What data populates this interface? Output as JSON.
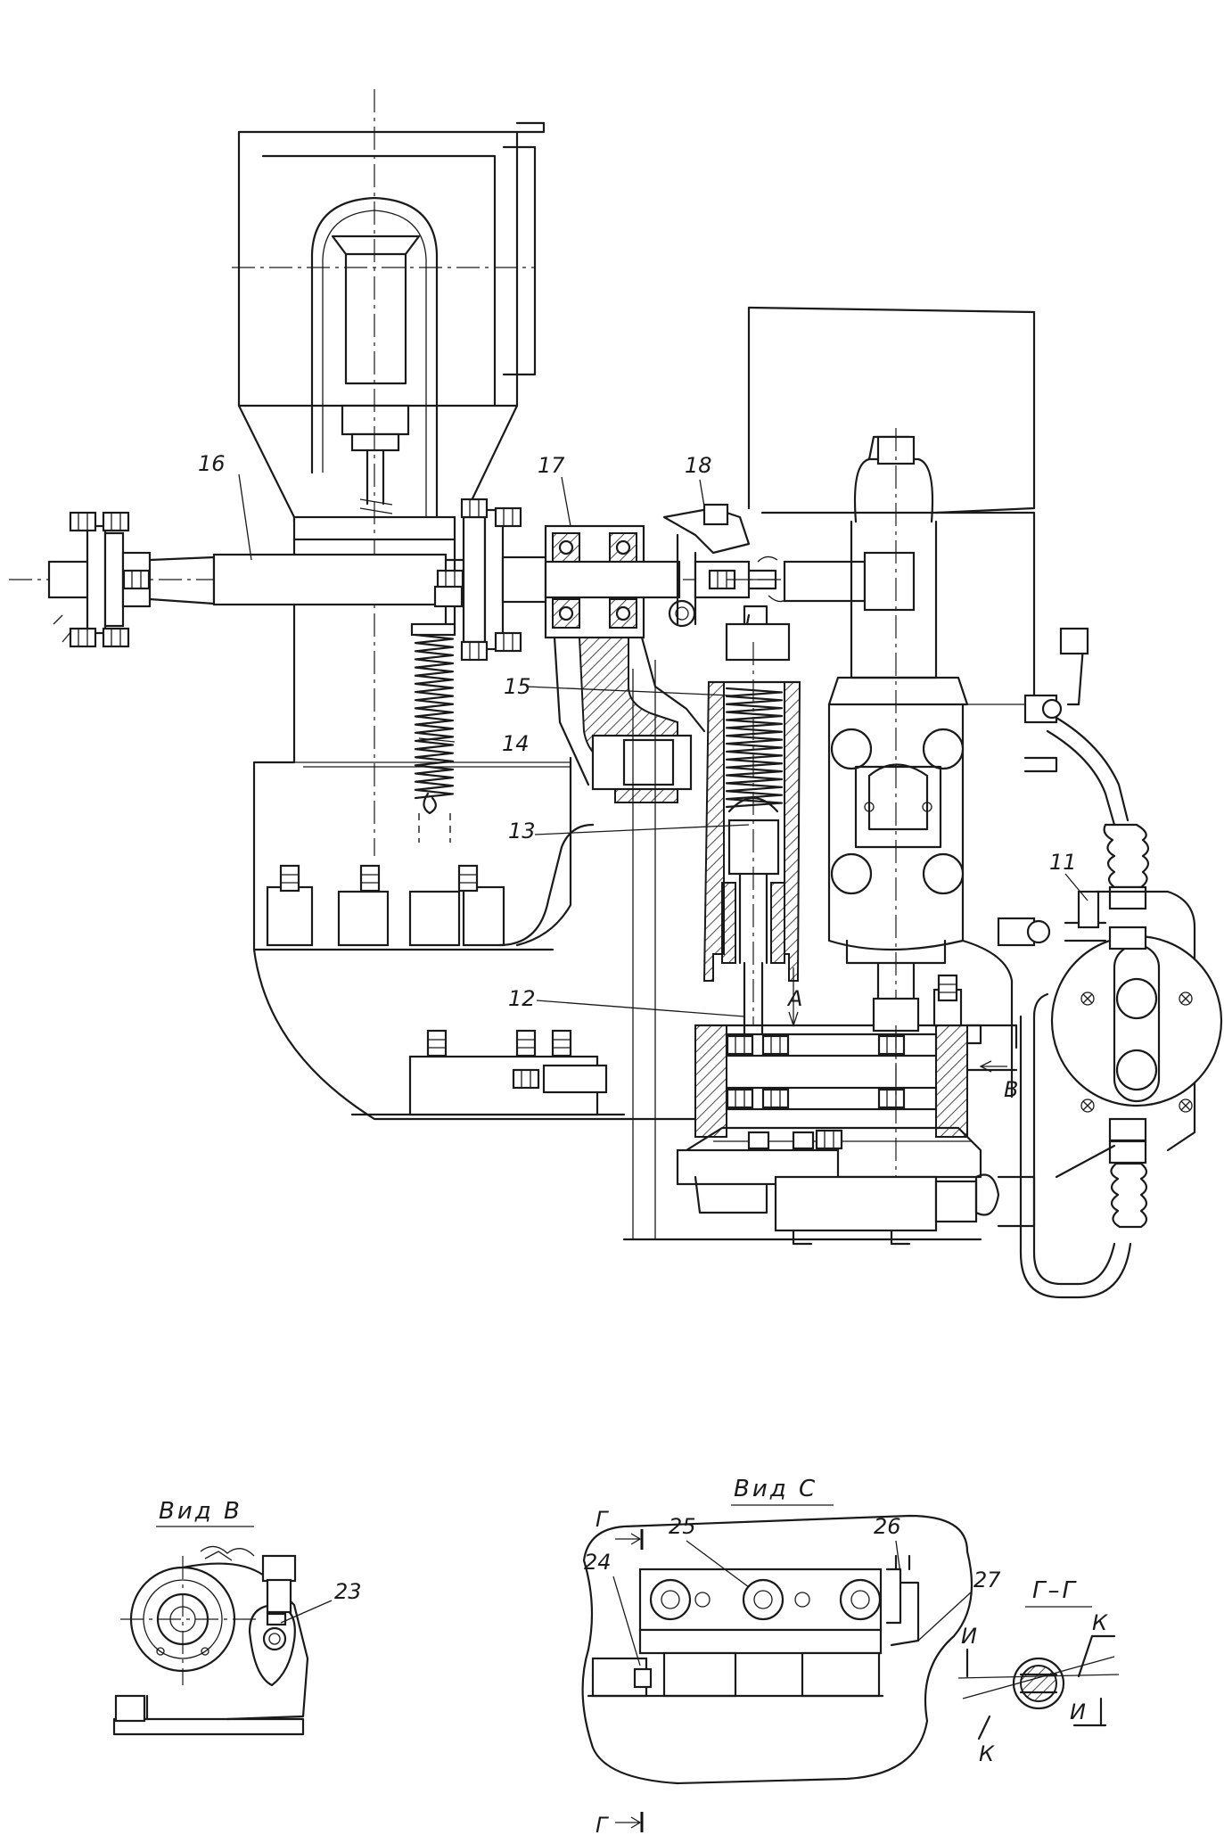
{
  "callouts": {
    "c11": "11",
    "c12": "12",
    "c13": "13",
    "c14": "14",
    "c15": "15",
    "c16": "16",
    "c17": "17",
    "c18": "18",
    "c23": "23",
    "c24": "24",
    "c25": "25",
    "c26": "26",
    "c27": "27"
  },
  "arrows": {
    "a": "A",
    "b": "B"
  },
  "views": {
    "view_b_title": "Вид В",
    "view_c_title": "Вид С",
    "section_title": "Г–Г",
    "cut_top": "Г",
    "cut_bottom": "Г",
    "mark_i1": "И",
    "mark_i2": "И",
    "mark_k1": "К",
    "mark_k2": "К"
  }
}
